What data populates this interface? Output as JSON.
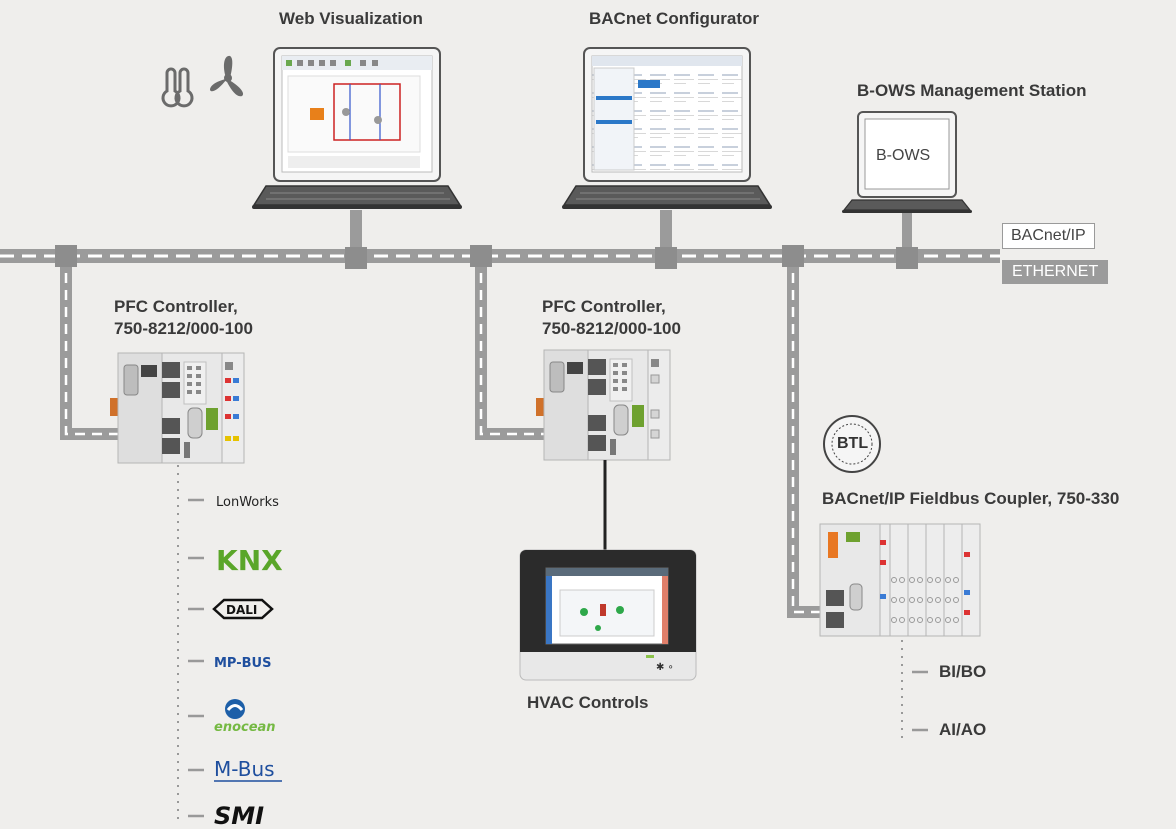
{
  "labels": {
    "web_visualization": "Web Visualization",
    "bacnet_configurator": "BACnet Configurator",
    "bows_station": "B-OWS Management Station",
    "bows_screen": "B-OWS",
    "pfc1_line1": "PFC Controller,",
    "pfc1_line2": "750-8212/000-100",
    "pfc2_line1": "PFC Controller,",
    "pfc2_line2": "750-8212/000-100",
    "hvac_controls": "HVAC Controls",
    "coupler": "BACnet/IP Fieldbus Coupler, 750-330",
    "bi_bo": "BI/BO",
    "ai_ao": "AI/AO",
    "btl": "BTL"
  },
  "network": {
    "bacnet_ip": "BACnet/IP",
    "ethernet": "ETHERNET"
  },
  "protocols": [
    "LonWorks",
    "KNX",
    "DALI",
    "MP-BUS",
    "enocean",
    "M-Bus",
    "SMI"
  ],
  "colors": {
    "background": "#efeeec",
    "bus": "#9b9b9b",
    "text": "#3a3a3a",
    "device": "#e8e8e8",
    "knx_green": "#5aa629",
    "mbus_blue": "#1f4f9e",
    "enocean_blue": "#1d5fa8",
    "enocean_green": "#75b943"
  },
  "icons": [
    "thermometer-icon",
    "fan-icon"
  ]
}
